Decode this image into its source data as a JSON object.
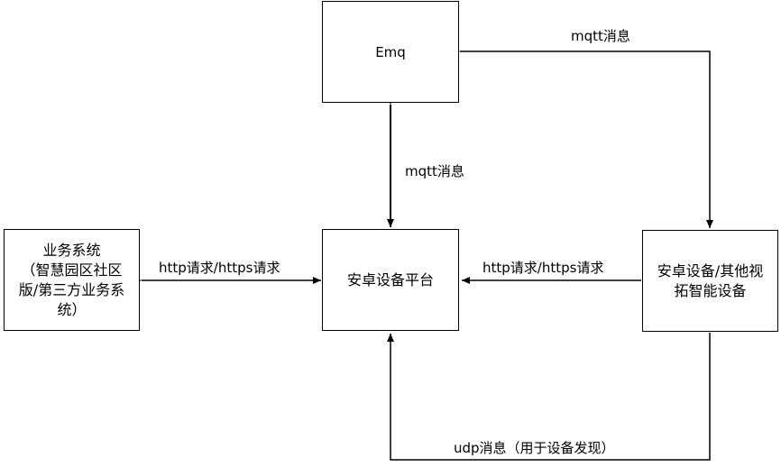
{
  "nodes": {
    "emq": {
      "label": "Emq"
    },
    "platform": {
      "label": "安卓设备平台"
    },
    "business": {
      "label": "业务系统\n（智慧园区社区\n版/第三方业务系\n统）"
    },
    "devices": {
      "label": "安卓设备/其他视\n拓智能设备"
    }
  },
  "edges": {
    "emq_platform": {
      "label": "mqtt消息"
    },
    "emq_devices": {
      "label": "mqtt消息"
    },
    "business_platform": {
      "label": "http请求/https请求"
    },
    "devices_platform": {
      "label": "http请求/https请求"
    },
    "devices_platform_udp": {
      "label": "udp消息（用于设备发现）"
    }
  },
  "colors": {
    "line": "#000000",
    "background": "#ffffff"
  }
}
